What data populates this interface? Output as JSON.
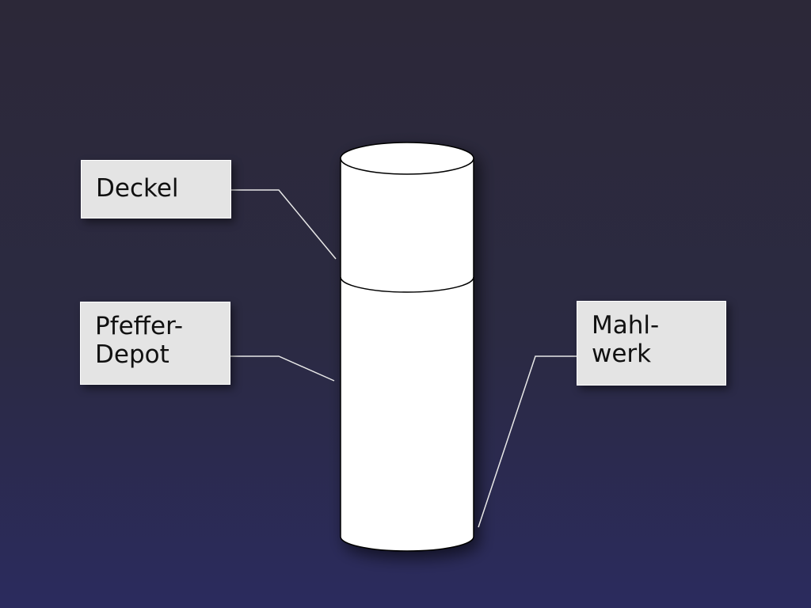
{
  "diagram": {
    "labels": {
      "deckel": {
        "lines": [
          "Deckel"
        ]
      },
      "depot": {
        "lines": [
          "Pfeffer-",
          "Depot"
        ]
      },
      "mahlwerk": {
        "lines": [
          "Mahl-",
          "werk"
        ]
      }
    },
    "colors": {
      "background_top": "#2c2838",
      "background_bottom": "#2b2b5e",
      "cylinder_fill": "#ffffff",
      "cylinder_stroke": "#000000",
      "label_fill": "#e4e4e4",
      "connector": "#e8e8e8"
    }
  }
}
